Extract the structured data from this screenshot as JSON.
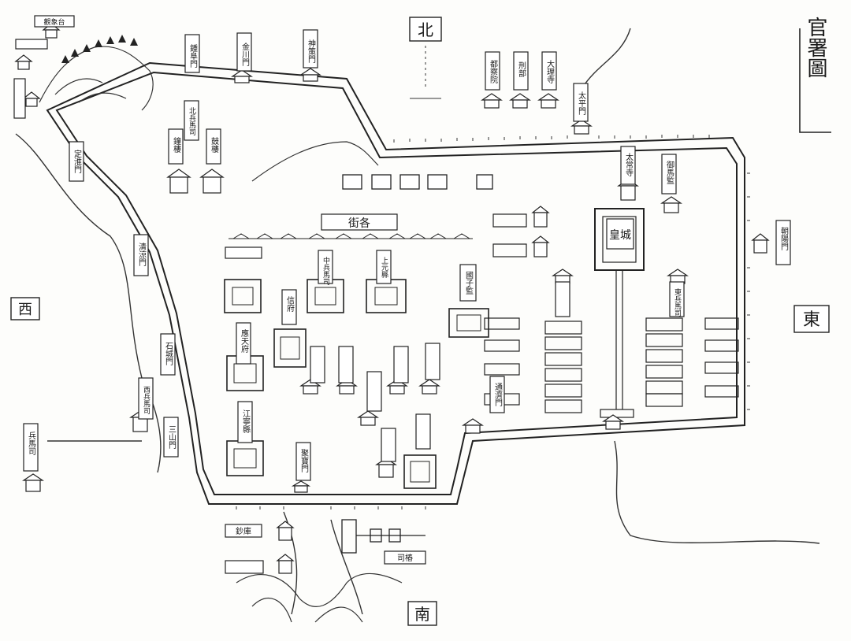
{
  "map": {
    "title": "官署圖",
    "directions": {
      "north": "北",
      "south": "南",
      "west": "西",
      "east": "東"
    },
    "gates": [
      "鍾阜門",
      "金川門",
      "神策門",
      "太平門",
      "朝陽門",
      "清涼門",
      "石城門",
      "三山門",
      "聚寶門"
    ],
    "labels": {
      "top_left_a": "鍾阜門",
      "top_left_b": "金川門",
      "top_left_c": "神策門",
      "north_top": "都察院",
      "north_mid": "刑部",
      "north_right": "大理寺",
      "taiping": "太平門",
      "bell_tower": "鐘樓",
      "drum_tower": "鼓樓",
      "beibingma": "北兵馬司",
      "dingjiang": "定淮門",
      "qingliang": "清涼門",
      "shicheng": "石城門",
      "xibingma": "西兵馬司",
      "sanshan": "三山門",
      "jiangning": "江寧縣",
      "jubao": "聚寶門",
      "zhangguan": "鈔庫",
      "street": "街各",
      "zhongbingma": "中兵馬司",
      "shangyuan": "上元縣",
      "yingtianfu": "應天府",
      "xinfu": "信府",
      "guozijian": "國子監",
      "huangcheng": "皇城",
      "chaoyang": "朝陽門",
      "tong": "通濟門",
      "taichang": "太常寺",
      "yuma": "御馬監",
      "dongbingma": "東兵馬司",
      "bingmasi": "兵馬司",
      "sizhuang": "司樁",
      "upper_left": "觀象台"
    }
  }
}
